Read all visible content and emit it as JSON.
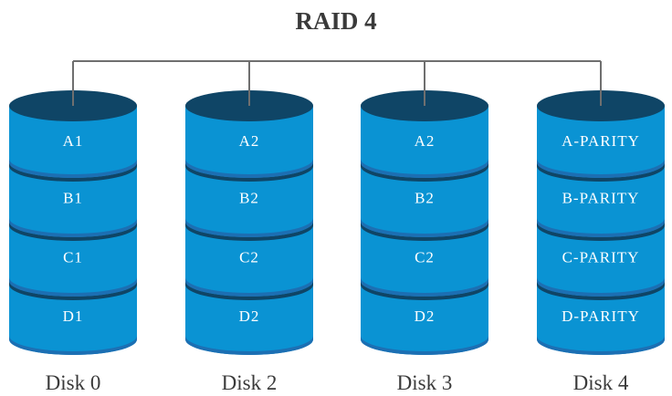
{
  "title": "RAID 4",
  "colors": {
    "body": "#0a93d3",
    "top": "#0f4566",
    "rim": "#1c6fb3",
    "connector": "#6f6f6f"
  },
  "disks": [
    {
      "label": "Disk 0",
      "blocks": [
        "A1",
        "B1",
        "C1",
        "D1"
      ]
    },
    {
      "label": "Disk 2",
      "blocks": [
        "A2",
        "B2",
        "C2",
        "D2"
      ]
    },
    {
      "label": "Disk 3",
      "blocks": [
        "A2",
        "B2",
        "C2",
        "D2"
      ]
    },
    {
      "label": "Disk 4",
      "blocks": [
        "A-PARITY",
        "B-PARITY",
        "C-PARITY",
        "D-PARITY"
      ]
    }
  ]
}
